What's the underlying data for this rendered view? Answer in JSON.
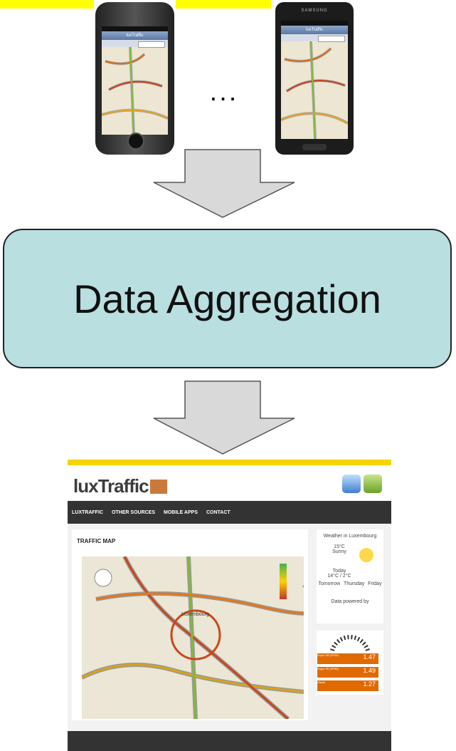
{
  "phones": {
    "ellipsis": "...",
    "iphone_nav_title": "luxTraffic",
    "galaxy_brand": "SAMSUNG",
    "galaxy_nav_title": "luxTraffic"
  },
  "aggregation": {
    "label": "Data Aggregation"
  },
  "website": {
    "logo": "luxTraffic",
    "nav": [
      "LUXTRAFFIC",
      "OTHER SOURCES",
      "MOBILE APPS",
      "CONTACT"
    ],
    "map_title": "TRAFFIC MAP",
    "map_city": "Luxembourg",
    "weather": {
      "title": "Weather in Luxembourg",
      "current_temp": "15°C",
      "current_desc": "Sunny",
      "today": "Today",
      "today_range": "14°C / 2°C",
      "days": [
        "Tomorrow",
        "Thursday",
        "Friday"
      ],
      "credit": "Data powered by"
    },
    "fuel": [
      {
        "label": "Super 98 (SP98)",
        "price": "1.47"
      },
      {
        "label": "Super 95 (SP95)",
        "price": "1.49"
      },
      {
        "label": "Diesel",
        "price": "1.27"
      }
    ]
  },
  "colors": {
    "highlight_yellow": "#ffff00",
    "box_fill": "#b9dfe0",
    "arrow_fill": "#d9d9d9",
    "site_accent": "#f5d400",
    "fuel_orange": "#e06a00"
  }
}
